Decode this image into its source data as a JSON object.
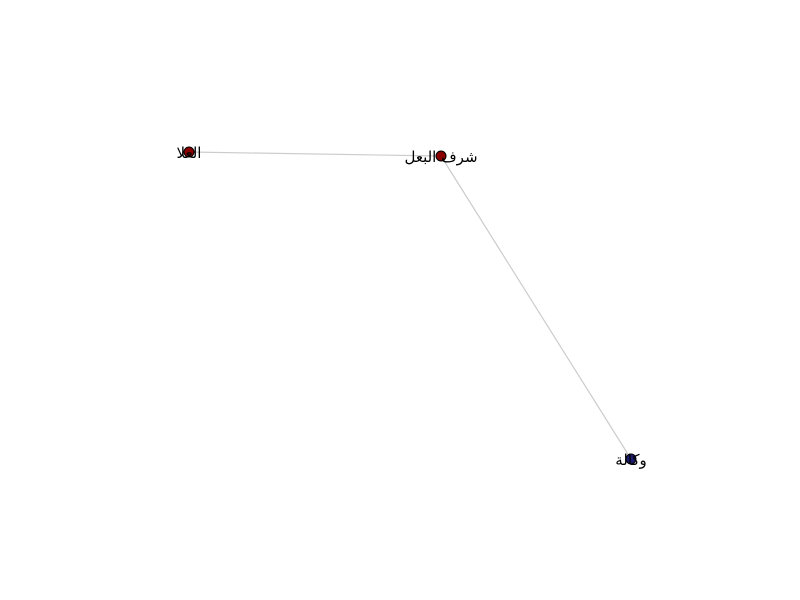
{
  "graph": {
    "nodes": [
      {
        "id": "n1",
        "label": "العلا",
        "color": "#8b0000"
      },
      {
        "id": "n2",
        "label": "شرف البعل",
        "color": "#8b0000"
      },
      {
        "id": "n3",
        "label": "وكالة",
        "color": "#1a1a6e"
      }
    ],
    "edges": [
      {
        "source": "n1",
        "target": "n2"
      },
      {
        "source": "n2",
        "target": "n3"
      }
    ],
    "edge_color": "#cccccc",
    "node_outline_color": "#000000"
  }
}
